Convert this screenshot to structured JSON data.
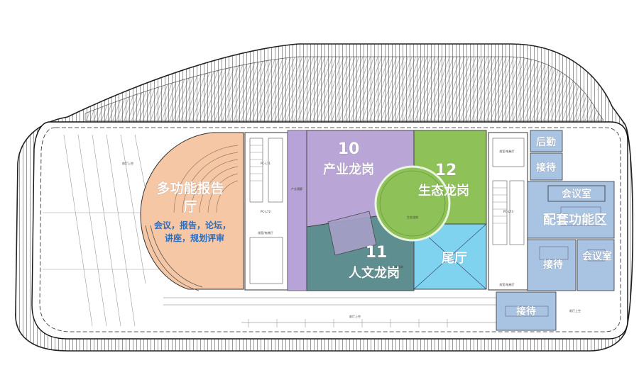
{
  "colors": {
    "auditorium": "#f6c7a4",
    "industry": "#b9a6d6",
    "ecology": "#8fc159",
    "humanities": "#5e8e90",
    "tail_hall": "#7fd3ef",
    "support": "#a9c3e3",
    "corridor": "#b8a3d8",
    "line": "#3a3a3a"
  },
  "zones": {
    "auditorium": {
      "title_line1": "多功能报告",
      "title_line2": "厅",
      "uses_line1": "会议，报告，论坛，",
      "uses_line2": "讲座，规划评审"
    },
    "industry": {
      "number": "10",
      "name": "产业龙岗"
    },
    "ecology": {
      "number": "12",
      "name": "生态龙岗"
    },
    "humanities": {
      "number": "11",
      "name": "人文龙岗"
    },
    "tail_hall": {
      "name": "尾厅"
    },
    "back_office": {
      "name": "后勤"
    },
    "reception_1": {
      "name": "接待"
    },
    "meeting_room_1": {
      "name": "会议室"
    },
    "support_area": {
      "name": "配套功能区"
    },
    "reception_2": {
      "name": "接待"
    },
    "meeting_room_2": {
      "name": "会议室"
    },
    "reception_3": {
      "name": "接待"
    }
  },
  "small_labels": {
    "atrium_left": "前厅上空",
    "atrium_bottom": "前厅上空",
    "atrium_right": "前厅上空",
    "stair_1": "PC-L71",
    "stair_2": "PC-L72",
    "stair_3": "PC-L73",
    "lobby_1": "前室/电梯厅",
    "lobby_2": "前室/电梯厅",
    "lobby_3": "前室/电梯厅",
    "corridor": "产业通廊",
    "ecology_center": "生态龙岗",
    "humanities_small": "人文龙岗"
  }
}
